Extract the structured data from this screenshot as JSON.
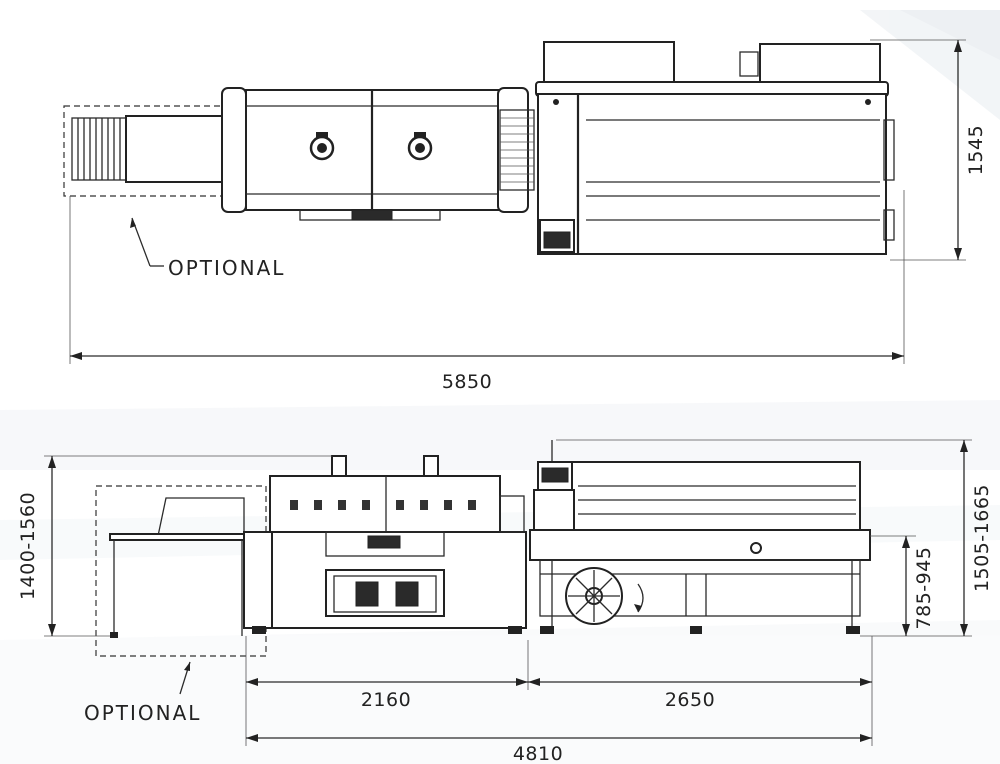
{
  "top_view": {
    "optional_label": "OPTIONAL",
    "width_dim": "1545",
    "length_dim": "5850"
  },
  "side_view": {
    "optional_label": "OPTIONAL",
    "infeed_height_dim": "1400-1560",
    "overall_height_dim": "1505-1665",
    "table_height_dim": "785-945",
    "sealer_length_dim": "2160",
    "tunnel_length_dim": "2650",
    "total_length_dim": "4810"
  }
}
